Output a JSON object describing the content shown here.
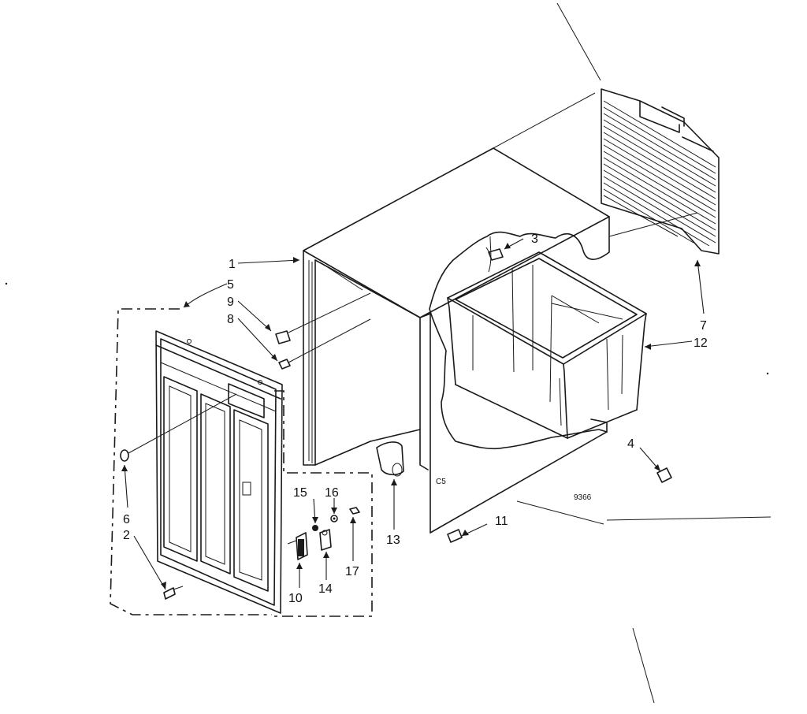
{
  "callouts": {
    "c1": "1",
    "c2": "2",
    "c3": "3",
    "c4": "4",
    "c5": "5",
    "c6": "6",
    "c7": "7",
    "c8": "8",
    "c9": "9",
    "c10": "10",
    "c11": "11",
    "c12": "12",
    "c13": "13",
    "c14": "14",
    "c15": "15",
    "c16": "16",
    "c17": "17"
  },
  "marks": {
    "case_mark": "C5",
    "drawing_number": "9366"
  },
  "colors": {
    "ink": "#1a1a1a",
    "paper": "#ffffff"
  }
}
